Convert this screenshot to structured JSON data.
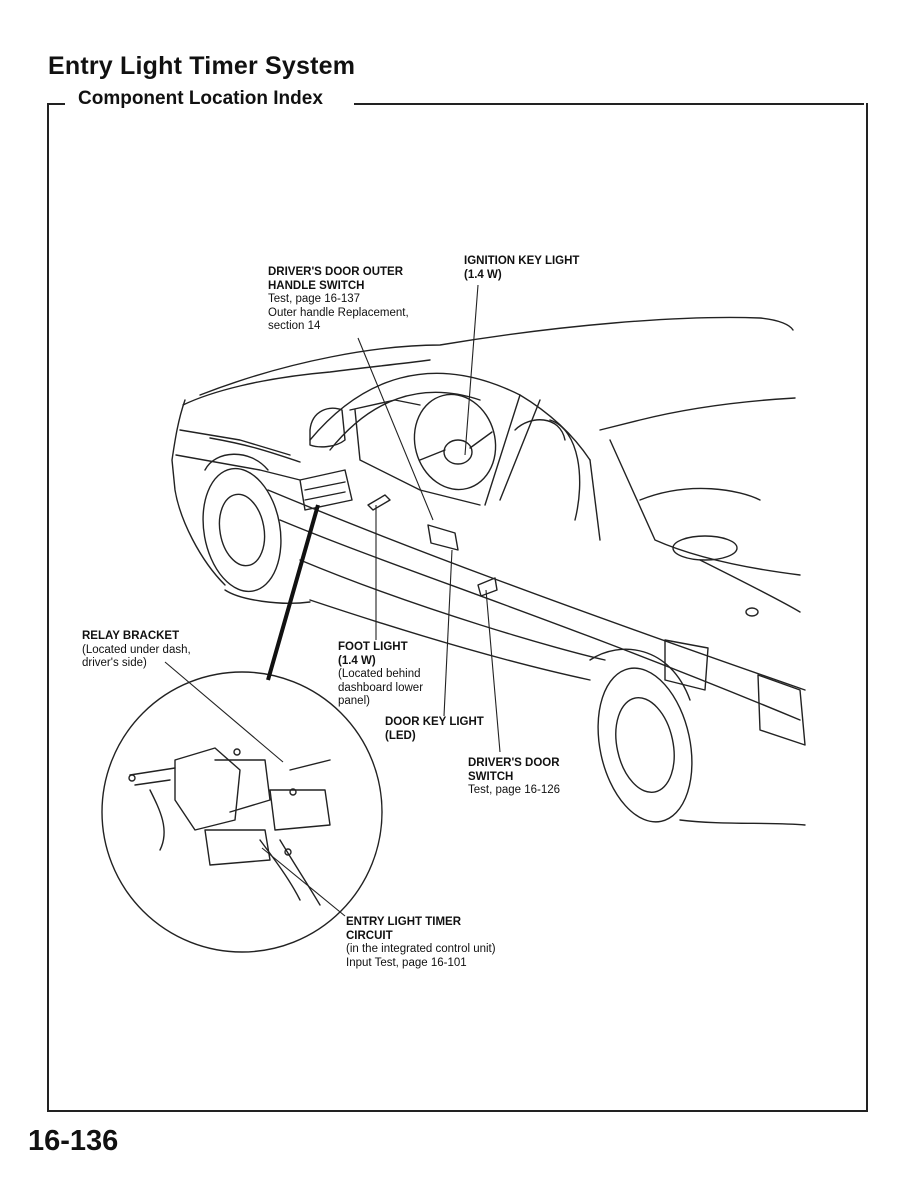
{
  "page": {
    "title": "Entry Light Timer System",
    "section_title": "Component Location Index",
    "page_number": "16-136"
  },
  "callouts": {
    "outer_handle": {
      "heading_1": "DRIVER'S DOOR OUTER",
      "heading_2": "HANDLE SWITCH",
      "note_1": "Test, page 16-137",
      "note_2": "Outer handle Replacement,",
      "note_3": "section 14"
    },
    "ignition_key": {
      "heading_1": "IGNITION KEY LIGHT",
      "heading_2": "(1.4 W)"
    },
    "relay_bracket": {
      "heading_1": "RELAY BRACKET",
      "note_1": "(Located under dash,",
      "note_2": "driver's side)"
    },
    "foot_light": {
      "heading_1": "FOOT LIGHT",
      "heading_2": "(1.4 W)",
      "note_1": "(Located behind",
      "note_2": "dashboard lower",
      "note_3": "panel)"
    },
    "door_key": {
      "heading_1": "DOOR KEY LIGHT",
      "heading_2": "(LED)"
    },
    "door_switch": {
      "heading_1": "DRIVER'S DOOR",
      "heading_2": "SWITCH",
      "note_1": "Test, page 16-126"
    },
    "timer_circuit": {
      "heading_1": "ENTRY LIGHT TIMER",
      "heading_2": "CIRCUIT",
      "note_1": "(in the integrated control unit)",
      "note_2": "Input Test, page 16-101"
    }
  }
}
